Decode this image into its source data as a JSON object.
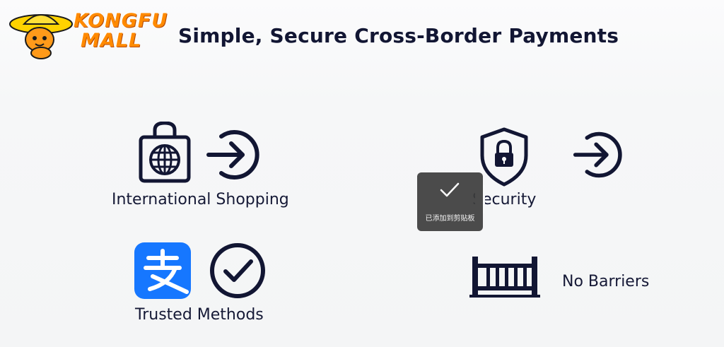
{
  "header": {
    "logo_line1": "KONGFU",
    "logo_line2": "MALL",
    "title": "Simple, Secure Cross-Border Payments"
  },
  "features": {
    "international_shopping": "International Shopping",
    "security": "Security",
    "trusted_methods": "Trusted Methods",
    "no_barriers": "No Barriers"
  },
  "icons": {
    "shopping_bag": "globe-shopping-bag-icon",
    "arrow_in_1": "arrow-in-circle-icon",
    "shield": "lock-shield-icon",
    "arrow_in_2": "arrow-in-circle-icon",
    "alipay": "alipay-icon",
    "check": "check-circle-icon",
    "fence": "fence-icon"
  },
  "toast": {
    "message": "已添加到剪贴板"
  },
  "colors": {
    "navy": "#121633",
    "alipay_blue": "#1677ff",
    "logo_orange": "#ff8a00"
  }
}
